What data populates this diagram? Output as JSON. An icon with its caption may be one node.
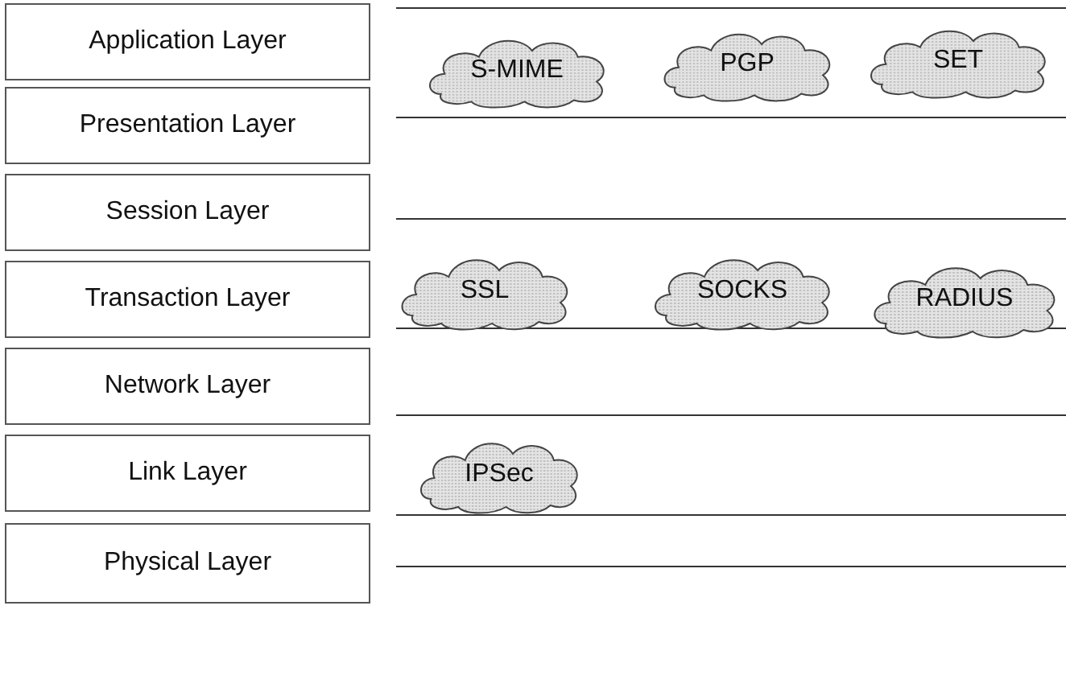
{
  "diagram": {
    "nodes": [
      {
        "text": [
          "Application Layer"
        ]
      },
      {
        "text": [
          "S-MIME"
        ]
      },
      {
        "text": [
          "PGP"
        ]
      },
      {
        "text": [
          "SET"
        ]
      },
      {
        "text": [
          "Presentation Layer"
        ]
      },
      {
        "text": [
          "Session Layer"
        ]
      },
      {
        "text": [
          "SSL"
        ]
      },
      {
        "text": [
          "SOCKS"
        ]
      },
      {
        "text": [
          "RADIUS"
        ]
      },
      {
        "text": [
          "Transaction Layer"
        ]
      },
      {
        "text": [
          "Network Layer"
        ]
      },
      {
        "text": [
          "IPSec"
        ]
      },
      {
        "text": [
          "Link Layer"
        ]
      },
      {
        "text": [
          "Physical Layer"
        ]
      }
    ]
  }
}
